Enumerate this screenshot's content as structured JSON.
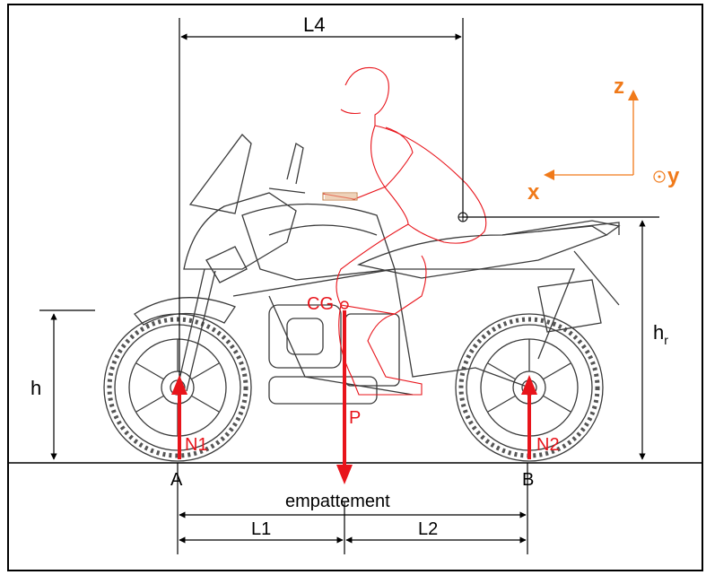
{
  "labels": {
    "L4": "L4",
    "z": "z",
    "x": "x",
    "y": "y",
    "h": "h",
    "hr_main": "h",
    "hr_sub": "r",
    "CG": "CG",
    "P": "P",
    "N1": "N1",
    "N2": "N2",
    "A": "A",
    "B": "B",
    "empattement": "empattement",
    "L1": "L1",
    "L2": "L2"
  },
  "colors": {
    "force": "#e8141b",
    "axes": "#f07a1a",
    "rider": "#e8141b",
    "bike": "#3a3a3a",
    "dimension": "#000000"
  }
}
